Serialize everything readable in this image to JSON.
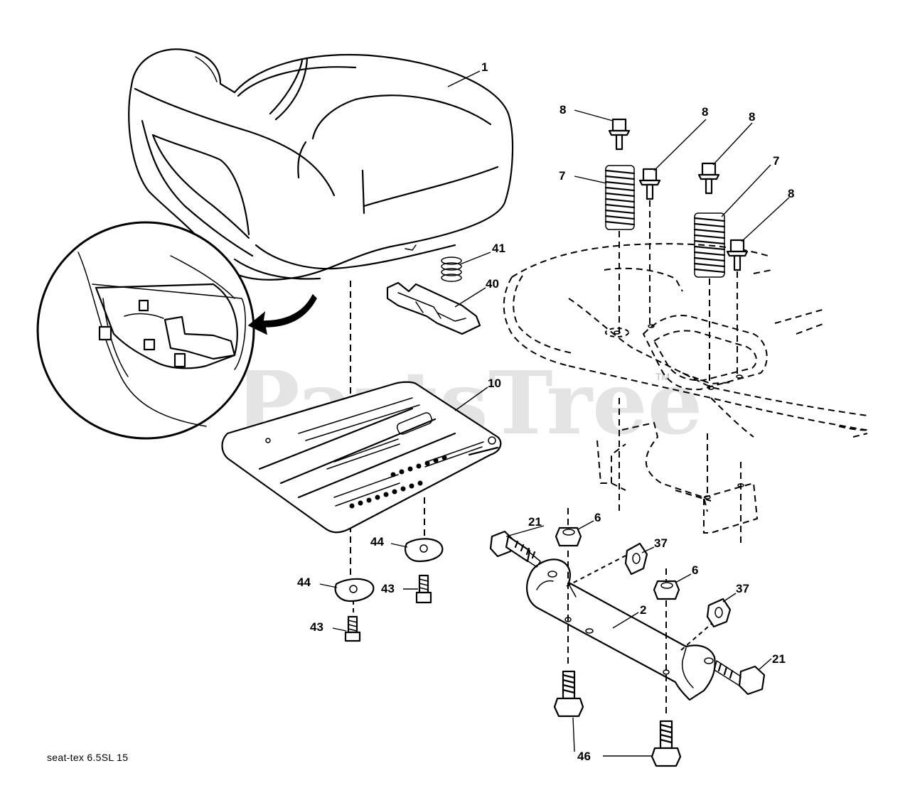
{
  "watermark": {
    "text": "PartsTree",
    "mark": "TM"
  },
  "caption": "seat-tex  6.5SL  15",
  "callouts": {
    "c1": "1",
    "c2": "2",
    "c6a": "6",
    "c6b": "6",
    "c7a": "7",
    "c7b": "7",
    "c8a": "8",
    "c8b": "8",
    "c8c": "8",
    "c8d": "8",
    "c10": "10",
    "c21a": "21",
    "c21b": "21",
    "c37a": "37",
    "c37b": "37",
    "c40": "40",
    "c41": "41",
    "c43a": "43",
    "c43b": "43",
    "c44a": "44",
    "c44b": "44",
    "c46": "46"
  },
  "icons": {
    "detail": "magnified-detail-circle",
    "arrow": "curved-arrow-icon"
  }
}
